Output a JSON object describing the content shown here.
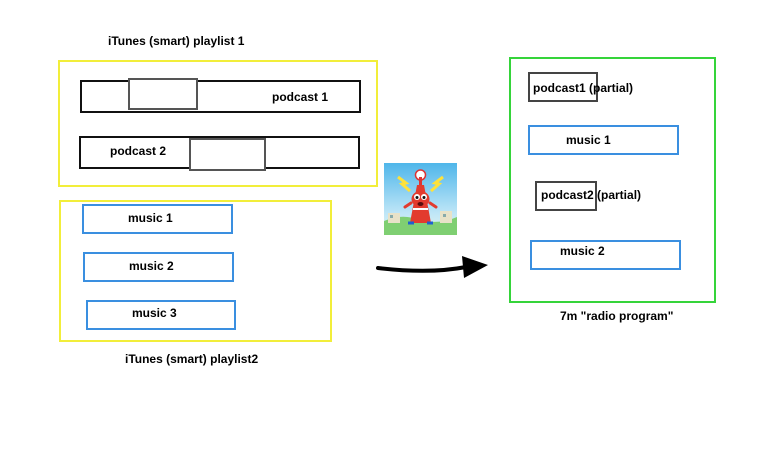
{
  "playlist1": {
    "title": "iTunes (smart) playlist 1",
    "items": [
      "podcast 1",
      "podcast 2"
    ]
  },
  "playlist2": {
    "title": "iTunes (smart) playlist2",
    "items": [
      "music 1",
      "music 2",
      "music 3"
    ]
  },
  "program": {
    "title": "7m \"radio program\"",
    "items": [
      "podcast1 (partial)",
      "music 1",
      "podcast2 (partial)",
      "music 2"
    ]
  },
  "icon": "radio-tower-app-icon",
  "colors": {
    "playlist_frame": "#f2ee3a",
    "program_frame": "#35d43a",
    "podcast_bar": "#111111",
    "music_box": "#3a8fe0",
    "segment_box": "#555555"
  }
}
